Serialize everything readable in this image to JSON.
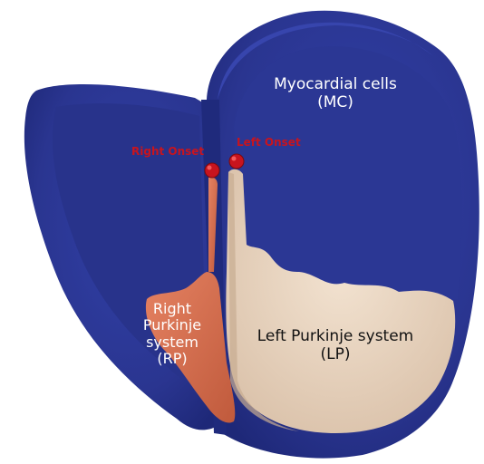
{
  "labels": {
    "myocardial_line1": "Myocardial cells",
    "myocardial_line2": "(MC)",
    "right_purkinje_line1": "Right",
    "right_purkinje_line2": "Purkinje",
    "right_purkinje_line3": "system",
    "right_purkinje_line4": "(RP)",
    "left_purkinje_line1": "Left Purkinje system",
    "left_purkinje_line2": "(LP)",
    "right_onset": "Right Onset",
    "left_onset": "Left Onset"
  },
  "colors": {
    "myocardium": "#2a3590",
    "myocardium_dark": "#1b2470",
    "left_purkinje": "#e8d3bf",
    "right_purkinje": "#d5704f",
    "onset_marker": "#c8141e"
  }
}
